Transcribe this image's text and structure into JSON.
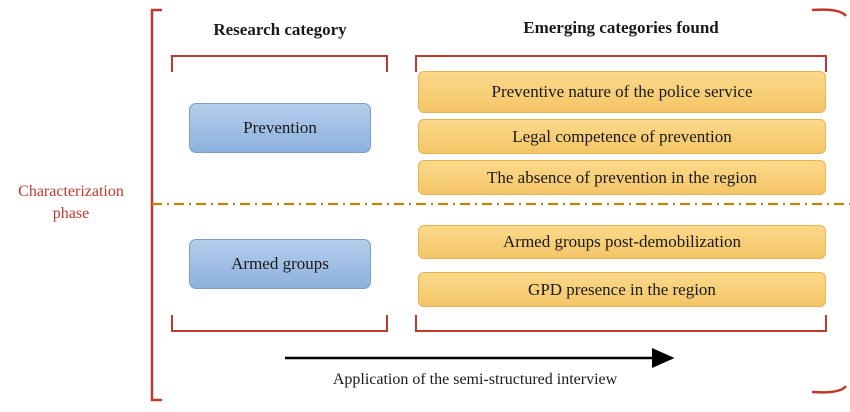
{
  "headers": {
    "research": "Research category",
    "emerging": "Emerging categories found"
  },
  "phase": {
    "line1": "Characterization",
    "line2": "phase"
  },
  "research_categories": [
    "Prevention",
    "Armed groups"
  ],
  "emerging_categories": {
    "prevention": [
      "Preventive nature of the police service",
      "Legal competence of prevention",
      "The absence of prevention in the region"
    ],
    "armed_groups": [
      "Armed groups post-demobilization",
      "GPD presence in the region"
    ]
  },
  "caption": "Application of the semi-structured interview",
  "colors": {
    "bracket": "#c0392b",
    "divider": "#b8860b",
    "blue_box": "#a3c0e6",
    "orange_box": "#f7cc6e"
  }
}
